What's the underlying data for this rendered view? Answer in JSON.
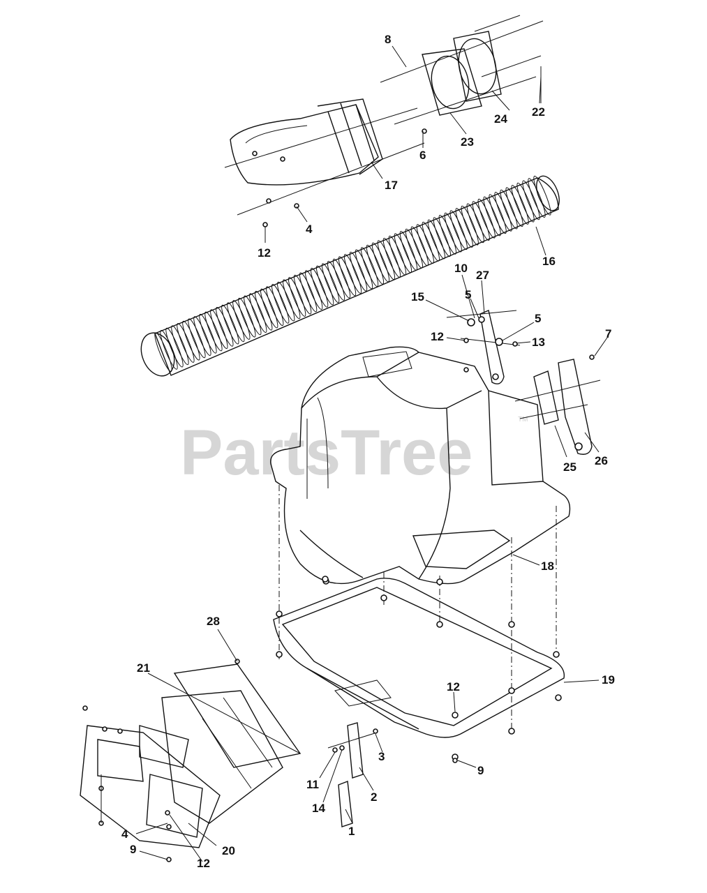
{
  "watermark": {
    "brand": "PartsTree",
    "mark": "TM"
  },
  "callouts": [
    "1",
    "2",
    "3",
    "4",
    "5",
    "6",
    "7",
    "8",
    "9",
    "10",
    "11",
    "12",
    "13",
    "14",
    "15",
    "16",
    "17",
    "18",
    "19",
    "20",
    "21",
    "22",
    "23",
    "24",
    "25",
    "26",
    "27",
    "28"
  ],
  "colors": {
    "line": "#111111",
    "watermark": "#cfcfcf",
    "background": "#ffffff"
  }
}
